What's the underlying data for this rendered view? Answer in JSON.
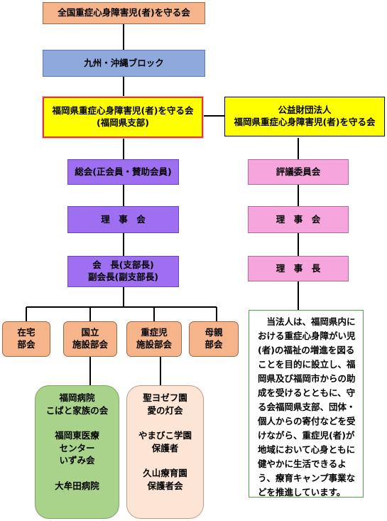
{
  "national": {
    "name": "全国重症心身障害児(者)を守る会"
  },
  "block": {
    "name": "九州・沖縄ブロック"
  },
  "branch": {
    "line1": "福岡県重症心身障害児(者)を守る会",
    "line2": "(福岡県支部)"
  },
  "foundation": {
    "line1": "公益財団法人",
    "line2": "福岡県重症心身障害児(者)を守る会"
  },
  "branch_chain": {
    "general_assembly": "総会(正会員・賛助会員)",
    "board": "理　事　会",
    "president_line1": "会　長(支部長)",
    "president_line2": "副会長(副支部長)"
  },
  "foundation_chain": {
    "council": "評議委員会",
    "board": "理　事　会",
    "chairman": "理　事　長"
  },
  "departments": [
    {
      "line1": "在宅",
      "line2": "部会"
    },
    {
      "line1": "国立",
      "line2": "施設部会"
    },
    {
      "line1": "重症児",
      "line2": "施設部会"
    },
    {
      "line1": "母親",
      "line2": "部会"
    }
  ],
  "national_facilities": {
    "group1": [
      "福岡病院",
      "こばと家族の会"
    ],
    "group2": [
      "福岡東医療",
      "センター",
      "いずみ会"
    ],
    "group3": [
      "大牟田病院"
    ]
  },
  "severe_facilities": {
    "group1": [
      "聖ヨゼフ園",
      "愛の灯会"
    ],
    "group2": [
      "やまびこ学園",
      "保護者"
    ],
    "group3": [
      "久山療育園",
      "保護者会"
    ]
  },
  "description": "当法人は、福岡県内における重症心身障がい児(者)の福祉の増進を図ることを目的に設立し、福岡県及び福岡市からの助成を受けるとともに、守る会福岡県支部、団体・個人からの寄付などを受けながら、重症児(者)が地域において心身ともに健やかに生活できるよう、療育キャンプ事業などを推進しています。",
  "colors": {
    "salmon": "#f5b48a",
    "blue": "#8fa9dd",
    "purple": "#9e6ff0",
    "pink": "#f6a6dc",
    "yellow": "#ffff00",
    "green": "#a9d28a",
    "cream": "#fde5d5",
    "desc_border": "#4ea24e"
  }
}
